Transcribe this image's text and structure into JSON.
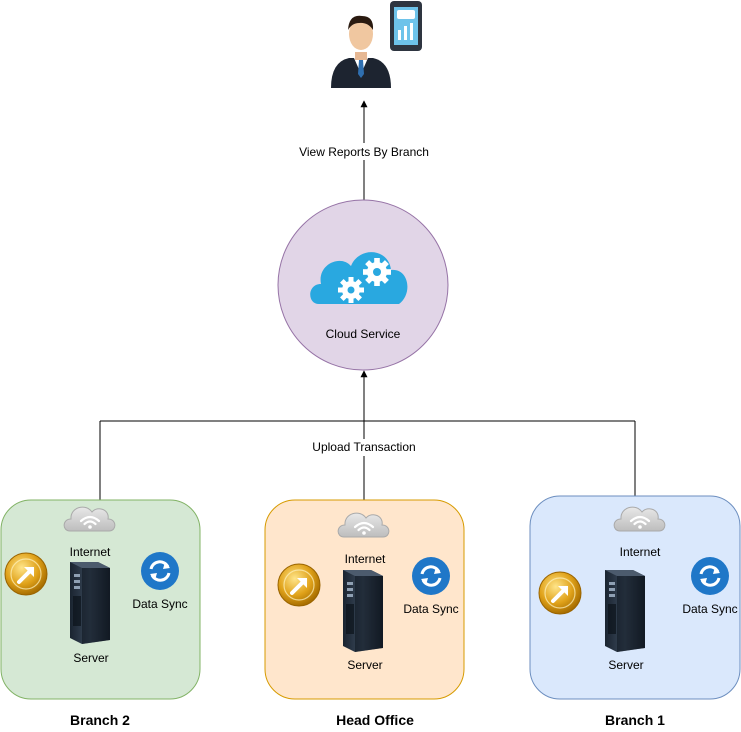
{
  "user": {
    "icon": "businessman-icon",
    "device_icon": "tablet-report-icon"
  },
  "edges": {
    "reports_label": "View Reports By Branch",
    "upload_label": "Upload Transaction"
  },
  "cloud": {
    "label": "Cloud Service",
    "icon": "cloud-gears-icon",
    "fill": "#e1d5e7",
    "stroke": "#9673a6"
  },
  "branches": [
    {
      "title": "Branch 2",
      "internet": "Internet",
      "sync": "Data Sync",
      "server": "Server",
      "fill": "#d5e8d4",
      "stroke": "#82b366"
    },
    {
      "title": "Head Office",
      "internet": "Internet",
      "sync": "Data Sync",
      "server": "Server",
      "fill": "#ffe6cc",
      "stroke": "#d79b00"
    },
    {
      "title": "Branch 1",
      "internet": "Internet",
      "sync": "Data Sync",
      "server": "Server",
      "fill": "#dae8fc",
      "stroke": "#6c8ebf"
    }
  ],
  "colors": {
    "sync_blue": "#1f77c8",
    "arrow_gold": "#e0a21a",
    "cloud_blue": "#29a8e0",
    "internet_gray": "#c8c8c8"
  }
}
